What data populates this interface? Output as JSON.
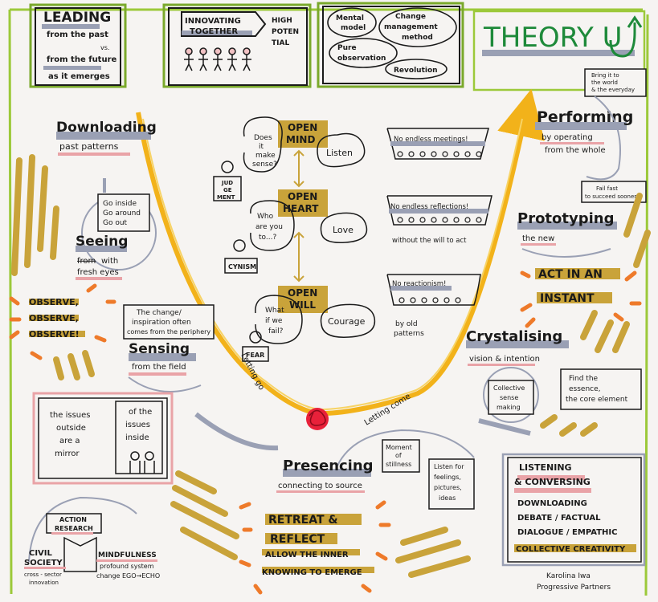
{
  "title": "THEORY U",
  "title_arrow_icon": "u-turn-arrow-icon",
  "colors": {
    "paper": "#f6f4f2",
    "ink": "#1a1a1a",
    "green_frame": "#9cc93a",
    "gold": "#c9a33a",
    "orange": "#ee7a2a",
    "grey": "#9aa0b4",
    "pink": "#e9a3a7",
    "red": "#e8213a",
    "u_curve": "#f2b21a"
  },
  "top_boxes": {
    "leading": {
      "title": "LEADING",
      "line1": "from the past",
      "line2": "vs.",
      "line3": "from the future",
      "line4": "as it emerges"
    },
    "innovating": {
      "line1": "INNOVATING",
      "line2": "TOGETHER",
      "side1": "HIGH",
      "side2": "POTEN",
      "side3": "TIAL"
    },
    "methods": {
      "mental_1": "Mental",
      "mental_2": "model",
      "change_1": "Change",
      "change_2": "management",
      "change_3": "method",
      "pure_1": "Pure",
      "pure_2": "observation",
      "revolution": "Revolution"
    }
  },
  "left_side": {
    "downloading": "Downloading",
    "past_patterns": "past patterns",
    "go_inside": "Go inside",
    "go_around": "Go around",
    "go_out": "Go out",
    "seeing": "Seeing",
    "from": "from",
    "with": "with",
    "fresh_eyes": "fresh eyes",
    "observe_1": "OBSERVE,",
    "observe_2": "OBSERVE,",
    "observe_3": "OBSERVE!",
    "change_note_1": "The change/",
    "change_note_2": "inspiration often",
    "change_note_3": "comes from the periphery",
    "sensing": "Sensing",
    "from_field": "from the field",
    "mirror_1": "the issues",
    "mirror_2": "outside",
    "mirror_3": "are a",
    "mirror_4": "mirror",
    "mirror_5": "of the",
    "mirror_6": "issues",
    "mirror_7": "inside",
    "action_1": "ACTION",
    "action_2": "RESEARCH",
    "civil_1": "CIVIL",
    "civil_2": "SOCIETY",
    "civil_3": "cross - sector",
    "civil_4": "innovation",
    "mind_1": "MINDFULNESS",
    "mind_2": "profound system",
    "mind_3": "change EGO→ECHO"
  },
  "center": {
    "open_mind_1": "OPEN",
    "open_mind_2": "MIND",
    "sense_1": "Does",
    "sense_2": "it",
    "sense_3": "make",
    "sense_4": "sense?",
    "listen": "Listen",
    "jud_1": "JUD",
    "jud_2": "GE",
    "jud_3": "MENT",
    "open_heart_1": "OPEN",
    "open_heart_2": "HEART",
    "who_1": "Who",
    "who_2": "are you",
    "who_3": "to...?",
    "love": "Love",
    "cynism": "CYNISM",
    "open_will_1": "OPEN",
    "open_will_2": "WILL",
    "what_1": "What",
    "what_2": "if we",
    "what_3": "fail?",
    "courage": "Courage",
    "fear": "FEAR",
    "letting_go": "Letting go",
    "letting_come": "Letting come"
  },
  "meetings": {
    "m1": "No endless meetings!",
    "m2": "No endless reflections!",
    "m2_sub": "without the will to act",
    "m3": "No reactionism!",
    "m3_sub_1": "by old",
    "m3_sub_2": "patterns"
  },
  "right_side": {
    "bring_1": "Bring it to",
    "bring_2": "the world",
    "bring_3": "& the everyday",
    "performing": "Performing",
    "by_operating": "by operating",
    "from_whole": "from the whole",
    "fail_1": "Fail fast",
    "fail_2": "to succeed sooner",
    "prototyping": "Prototyping",
    "the_new": "the new",
    "act_1": "ACT IN AN",
    "act_2": "INSTANT",
    "crystalising": "Crystalising",
    "vision": "vision & intention",
    "coll_1": "Collective",
    "coll_2": "sense",
    "coll_3": "making",
    "find_1": "Find the",
    "find_2": "essence,",
    "find_3": "the core element"
  },
  "bottom": {
    "presencing": "Presencing",
    "connecting": "connecting to source",
    "moment_1": "Moment",
    "moment_2": "of",
    "moment_3": "stillness",
    "listen_1": "Listen for",
    "listen_2": "feelings,",
    "listen_3": "pictures,",
    "listen_4": "ideas",
    "retreat_1": "RETREAT &",
    "retreat_2": "REFLECT",
    "allow_1": "ALLOW THE INNER",
    "allow_2": "KNOWING TO EMERGE"
  },
  "listening": {
    "title_1": "LISTENING",
    "title_2": "& CONVERSING",
    "items": [
      "DOWNLOADING",
      "DEBATE / FACTUAL",
      "DIALOGUE / EMPATHIC",
      "COLLECTIVE CREATIVITY"
    ]
  },
  "credit": {
    "author": "Karolina Iwa",
    "org": "Progressive Partners"
  }
}
